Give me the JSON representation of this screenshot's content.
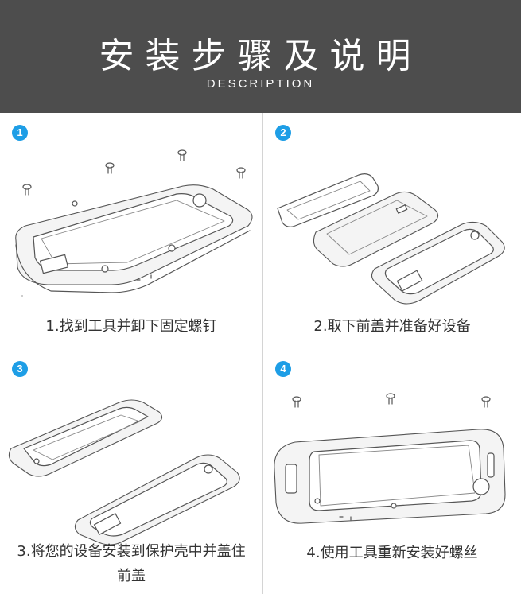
{
  "header": {
    "title": "安装步骤及说明",
    "subtitle": "DESCRIPTION"
  },
  "steps": [
    {
      "number": "1",
      "caption": "1.找到工具并卸下固定螺钉",
      "icon": "bumper-case-screws-removed"
    },
    {
      "number": "2",
      "caption": "2.取下前盖并准备好设备",
      "icon": "phone-case-parts"
    },
    {
      "number": "3",
      "caption": "3.将您的设备安装到保护壳中并盖住前盖",
      "icon": "phone-in-case-with-cover"
    },
    {
      "number": "4",
      "caption": "4.使用工具重新安装好螺丝",
      "icon": "assembled-case-screws"
    }
  ],
  "colors": {
    "header_bg": "#4d4d4d",
    "badge": "#1e9ee6",
    "divider": "#d4d4d4"
  }
}
